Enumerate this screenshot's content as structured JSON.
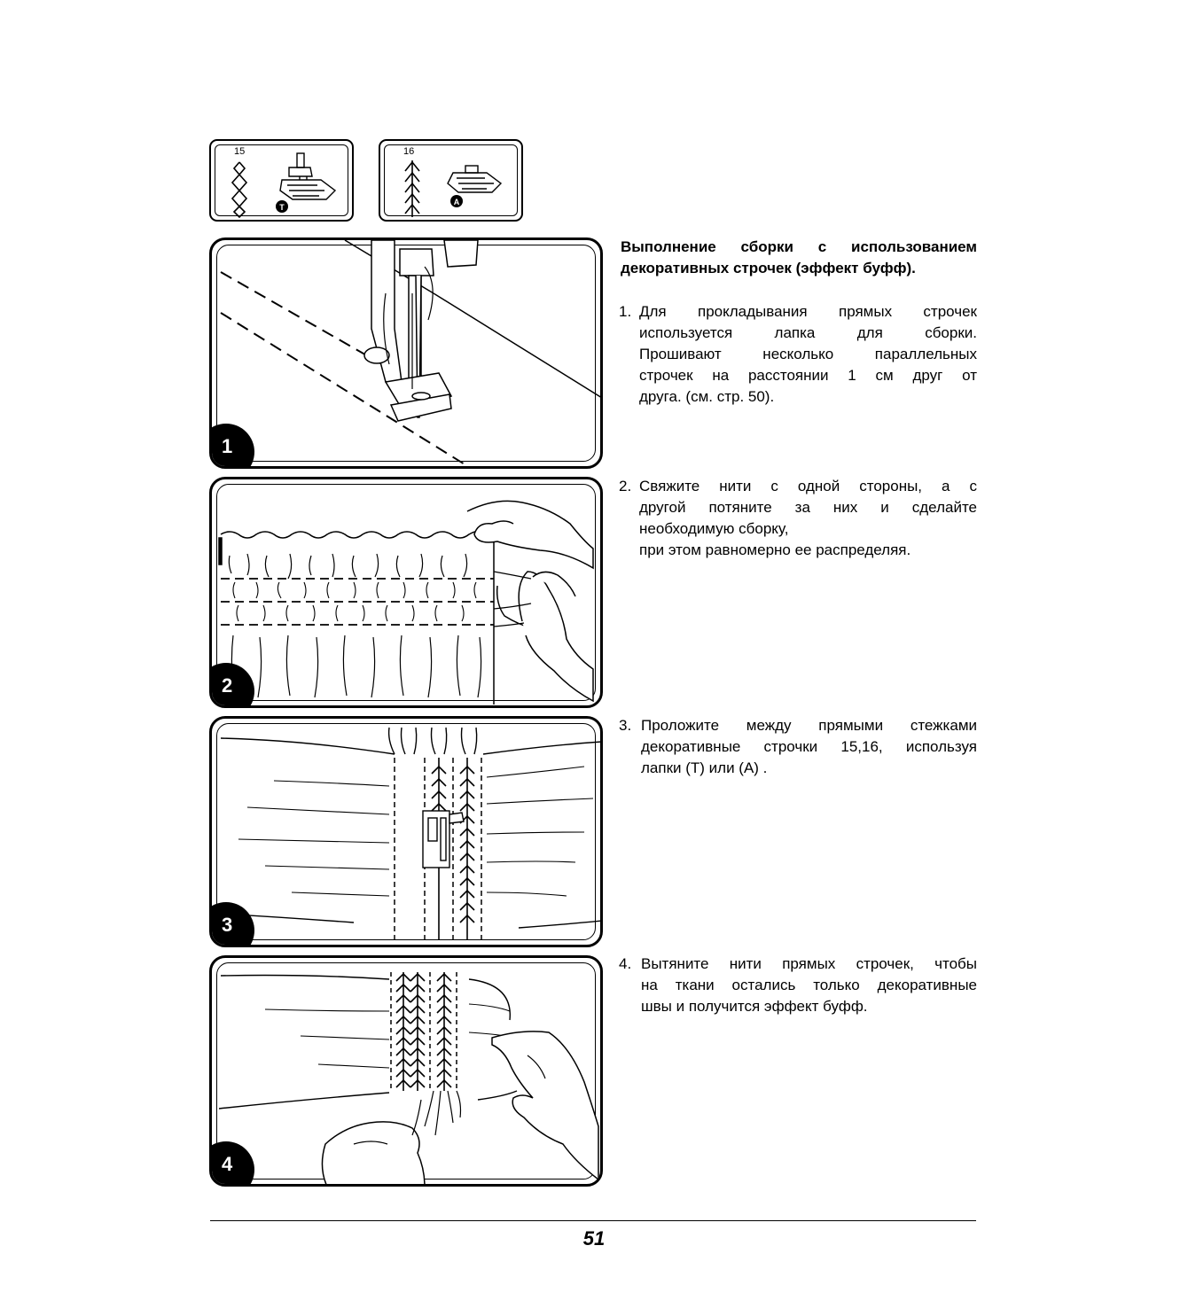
{
  "stitch_boxes": [
    {
      "number": "15",
      "foot": "T",
      "pattern_icon": "diamond-stitch-icon",
      "foot_icon": "presser-foot-icon"
    },
    {
      "number": "16",
      "foot": "A",
      "pattern_icon": "feather-stitch-icon",
      "foot_icon": "presser-foot-icon"
    }
  ],
  "heading": {
    "line1": "Выполнение сборки с использованием",
    "line2": "декоративных строчек (эффект буфф)."
  },
  "steps": [
    {
      "num": "1.",
      "lines": [
        "Для прокладывания прямых строчек",
        "используется лапка для сборки.",
        "Прошивают несколько параллельных",
        "строчек на расстоянии 1 см друг от",
        "друга. (см. стр. 50)."
      ]
    },
    {
      "num": "2.",
      "lines": [
        "Свяжите нити с одной стороны, а с",
        "другой потяните за них и сделайте",
        "необходимую сборку,",
        "при этом равномерно ее распределяя."
      ]
    },
    {
      "num": "3.",
      "lines": [
        "Проложите между прямыми стежками",
        "декоративные строчки 15,16, используя",
        "лапки (T) или (A) ."
      ]
    },
    {
      "num": "4.",
      "lines": [
        "Вытяните нити прямых строчек, чтобы",
        "на ткани остались только декоративные",
        "швы и получится эффект буфф."
      ]
    }
  ],
  "panels": [
    {
      "label": "1",
      "illustration": "sewing-foot-straight-stitch-illustration"
    },
    {
      "label": "2",
      "illustration": "gathering-threads-illustration"
    },
    {
      "label": "3",
      "illustration": "decorative-stitch-illustration"
    },
    {
      "label": "4",
      "illustration": "smocking-result-illustration"
    }
  ],
  "page_number": "51"
}
